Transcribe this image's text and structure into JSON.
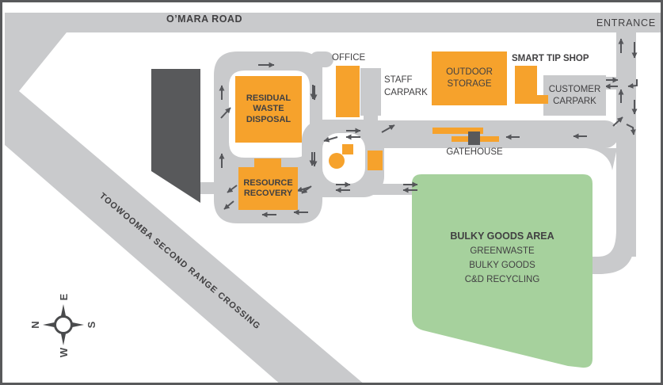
{
  "map": {
    "roads": {
      "omara_label": "O’MARA ROAD",
      "entrance_label": "ENTRANCE",
      "bypass_label": "TOOWOOMBA SECOND RANGE CROSSING"
    },
    "buildings": {
      "residual_waste_disposal": "RESIDUAL\nWASTE\nDISPOSAL",
      "resource_recovery": "RESOURCE\nRECOVERY",
      "office": "OFFICE",
      "outdoor_storage": "OUTDOOR\nSTORAGE",
      "smart_tip_shop": "SMART TIP SHOP",
      "gatehouse": "GATEHOUSE"
    },
    "carparks": {
      "staff": "STAFF\nCARPARK",
      "customer": "CUSTOMER\nCARPARK"
    },
    "bulky_goods_area": {
      "title": "BULKY GOODS AREA",
      "items": [
        "GREENWASTE",
        "BULKY GOODS",
        "C&D RECYCLING"
      ]
    },
    "compass": {
      "north": "N",
      "east": "E",
      "south": "S",
      "west": "W"
    },
    "colors": {
      "road": "#C9CACC",
      "building_orange": "#F6A22C",
      "green_area": "#A6D19D",
      "dark_gray": "#58595B",
      "text": "#414042"
    }
  }
}
